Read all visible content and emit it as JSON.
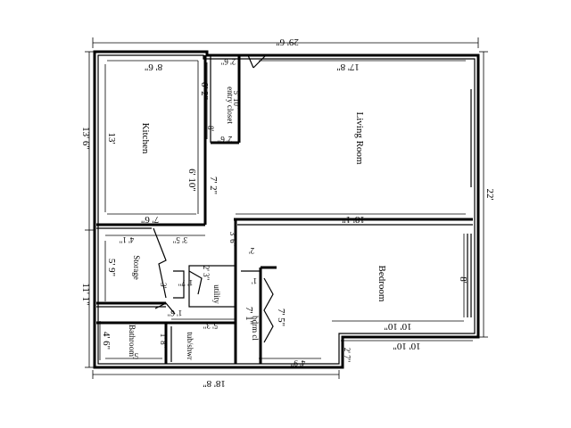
{
  "rooms": {
    "kitchen": "Kitchen",
    "living_room": "Living Room",
    "entry_closet": "entry closet",
    "bedroom": "Bedroom",
    "storage": "Storage",
    "bathroom": "Bathroom",
    "tub_shower": "tub/shwr",
    "utility": "utility",
    "bdrm_cl": "bdrm cl"
  },
  "dimensions": {
    "overall_width": "29' 6\"",
    "overall_depth_left": "13' 6\"",
    "overall_depth_right": "22'",
    "bottom_width": "18' 8\"",
    "left_lower": "11' 1\"",
    "kitchen_width": "8' 6\"",
    "kitchen_height": "13'",
    "kitchen_bottom": "7' 6\"",
    "kitchen_right_upper": "6' 2\"",
    "kitchen_right_lower": "6' 10\"",
    "kitchen_right_outer": "7' 2\"",
    "closet_top": "2' 6\"",
    "closet_height": "5' 10\"",
    "closet_bottom": "2' 6\"",
    "closet_side": "8'",
    "living_top": "17' 8\"",
    "living_bottom": "18' 1\"",
    "storage_top_a": "4' 1\"",
    "storage_top_b": "3' 5\"",
    "storage_height": "5' 9\"",
    "hall_a": "3' 6\"",
    "hall_b": "2'",
    "hall_c": "2' 3\"",
    "hall_d": "1' 7\"",
    "hall_e": "3'",
    "hall_f": "1'",
    "util_bottom": "1' 6\"",
    "bath_height": "4' 6\"",
    "bath_width": "5' 3\"",
    "bath_bottom": "5'",
    "bath_gap": "1' 8\"",
    "tub_width": "5' 3\"",
    "bdrm_cl_height": "7' 1\"",
    "bdrm_cl_depth": "7' 5\"",
    "bdrm_cl_bottom": "4' 9\"",
    "bedroom_height": "8'",
    "bedroom_width": "10' 10\"",
    "bedroom_outer_width": "10' 10\"",
    "bedroom_notch": "2' 7\""
  }
}
